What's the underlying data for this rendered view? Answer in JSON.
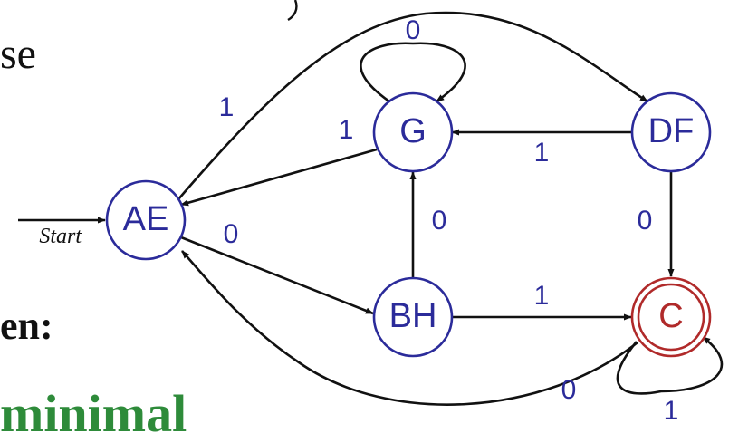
{
  "page": {
    "background": "#ffffff",
    "state_color": "#2b2b9a",
    "accept_color": "#b02a2a",
    "edge_color": "#111111",
    "label_color": "#2b2b9a",
    "fragment_green": "#2e8b3a"
  },
  "fragments": {
    "top": "se",
    "middle": "en:",
    "bottom": "minimal"
  },
  "diagram": {
    "start_label": "Start",
    "states": [
      {
        "id": "AE",
        "label": "AE",
        "accepting": false
      },
      {
        "id": "G",
        "label": "G",
        "accepting": false
      },
      {
        "id": "DF",
        "label": "DF",
        "accepting": false
      },
      {
        "id": "BH",
        "label": "BH",
        "accepting": false
      },
      {
        "id": "C",
        "label": "C",
        "accepting": true
      }
    ],
    "transitions": [
      {
        "from": "AE",
        "to": "DF",
        "label": "1"
      },
      {
        "from": "G",
        "to": "G",
        "label": "0"
      },
      {
        "from": "G",
        "to": "AE",
        "label": "1"
      },
      {
        "from": "DF",
        "to": "G",
        "label": "1"
      },
      {
        "from": "DF",
        "to": "C",
        "label": "0"
      },
      {
        "from": "AE",
        "to": "BH",
        "label": "0"
      },
      {
        "from": "BH",
        "to": "G",
        "label": "0"
      },
      {
        "from": "BH",
        "to": "C",
        "label": "1"
      },
      {
        "from": "C",
        "to": "AE",
        "label": "0"
      },
      {
        "from": "C",
        "to": "C",
        "label": "1"
      }
    ]
  }
}
